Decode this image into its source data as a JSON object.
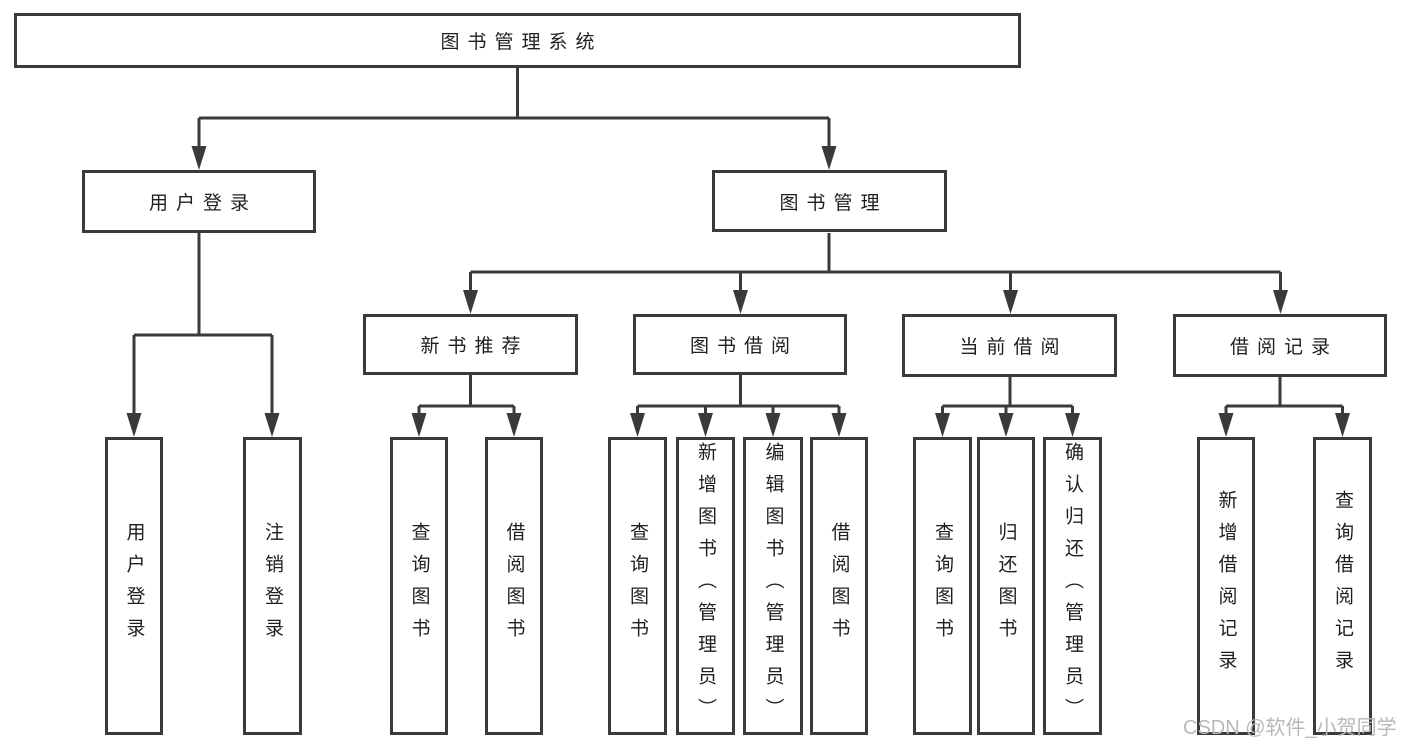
{
  "diagram": {
    "type": "tree",
    "root": "图书管理系统",
    "children": [
      {
        "label": "用户登录",
        "children": [
          "用户登录",
          "注销登录"
        ]
      },
      {
        "label": "图书管理",
        "children": [
          {
            "label": "新书推荐",
            "children": [
              "查询图书",
              "借阅图书"
            ]
          },
          {
            "label": "图书借阅",
            "children": [
              "查询图书",
              "新增图书（管理员）",
              "编辑图书（管理员）",
              "借阅图书"
            ]
          },
          {
            "label": "当前借阅",
            "children": [
              "查询图书",
              "归还图书",
              "确认归还（管理员）"
            ]
          },
          {
            "label": "借阅记录",
            "children": [
              "新增借阅记录",
              "查询借阅记录"
            ]
          }
        ]
      }
    ]
  },
  "watermark": "CSDN @软件_小贺同学",
  "colors": {
    "line": "#3a3a3a",
    "text": "#1f1f1f",
    "watermark": "#b8b8b8",
    "background": "#ffffff"
  }
}
